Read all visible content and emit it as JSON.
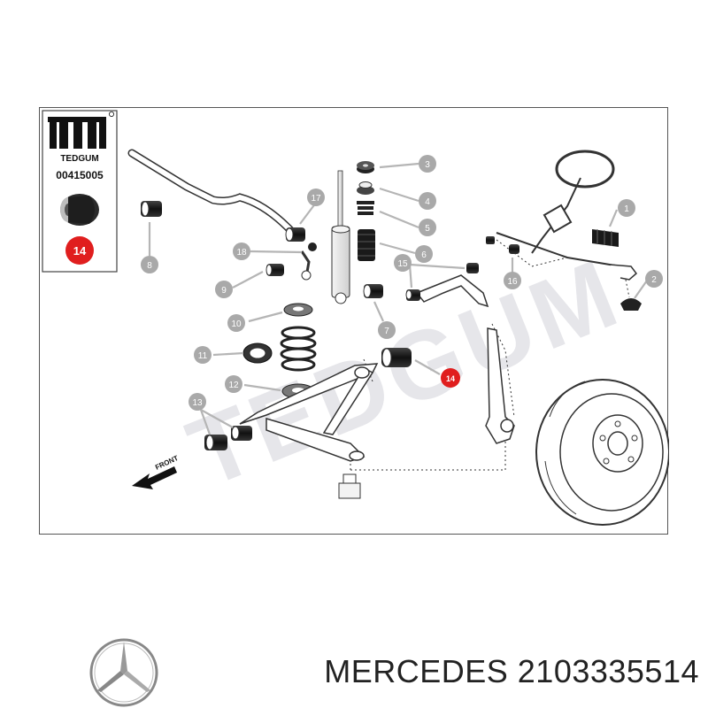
{
  "tedgum_box": {
    "brand": "TEDGUM",
    "article_number": "00415005",
    "highlight_part": "14"
  },
  "watermark": "TEDGUM",
  "front_label": "FRONT",
  "callouts": [
    {
      "id": "c1",
      "label": "1",
      "highlight": false
    },
    {
      "id": "c2",
      "label": "2",
      "highlight": false
    },
    {
      "id": "c3",
      "label": "3",
      "highlight": false
    },
    {
      "id": "c4",
      "label": "4",
      "highlight": false
    },
    {
      "id": "c5",
      "label": "5",
      "highlight": false
    },
    {
      "id": "c6",
      "label": "6",
      "highlight": false
    },
    {
      "id": "c7",
      "label": "7",
      "highlight": false
    },
    {
      "id": "c8",
      "label": "8",
      "highlight": false
    },
    {
      "id": "c9",
      "label": "9",
      "highlight": false
    },
    {
      "id": "c10",
      "label": "10",
      "highlight": false
    },
    {
      "id": "c11",
      "label": "11",
      "highlight": false
    },
    {
      "id": "c12",
      "label": "12",
      "highlight": false
    },
    {
      "id": "c13",
      "label": "13",
      "highlight": false
    },
    {
      "id": "c14",
      "label": "14",
      "highlight": true
    },
    {
      "id": "c15",
      "label": "15",
      "highlight": false
    },
    {
      "id": "c16",
      "label": "16",
      "highlight": false
    },
    {
      "id": "c17",
      "label": "17",
      "highlight": false
    },
    {
      "id": "c18",
      "label": "18",
      "highlight": false
    }
  ],
  "footer": {
    "brand": "MERCEDES",
    "part_number": "2103335514"
  },
  "colors": {
    "callout_gray": "#a9a9a9",
    "highlight_red": "#e01e1e",
    "line": "#333333",
    "watermark": "#e6e6ea"
  }
}
